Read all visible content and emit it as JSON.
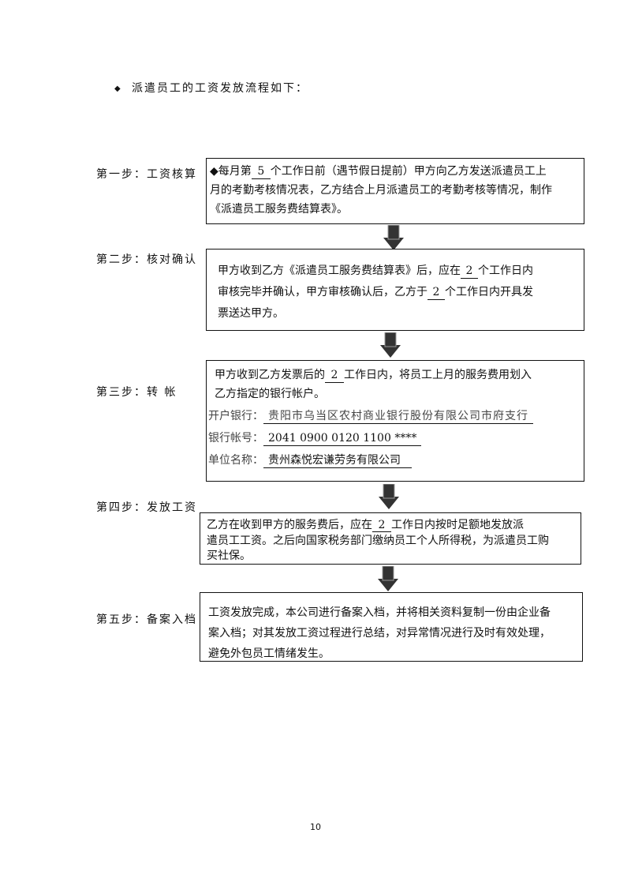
{
  "heading": {
    "bullet": "◆",
    "text": "派遣员工的工资发放流程如下："
  },
  "steps": [
    {
      "label": "第一步：工资核算",
      "lines": [
        {
          "a": "◆每月第",
          "u": "5",
          "b": "个工作日前（遇节假日提前）甲方向乙方发送派遣员工上"
        },
        {
          "text": "月的考勤考核情况表，乙方结合上月派遣员工的考勤考核等情况，制作"
        },
        {
          "text": "《派遣员工服务费结算表》。"
        }
      ]
    },
    {
      "label": "第二步：核对确认",
      "lines": [
        {
          "a": "甲方收到乙方《派遣员工服务费结算表》后，应在",
          "u": "2",
          "b": "个工作日内"
        },
        {
          "a": "审核完毕并确认，甲方审核确认后，乙方于",
          "u": "2",
          "b": "个工作日内开具发"
        },
        {
          "text": "票送达甲方。"
        }
      ]
    },
    {
      "label": "第三步：转 帐",
      "lines": [
        {
          "a": "甲方收到乙方发票后的",
          "u": "2",
          "b": "工作日内，将员工上月的服务费用划入"
        },
        {
          "text": "乙方指定的银行帐户。"
        }
      ],
      "bank": {
        "bank_label": "开户银行：",
        "bank_value": "贵阳市乌当区农村商业银行股份有限公司市府支行",
        "account_label": "银行帐号：",
        "account_value": "2041 0900 0120 1100 ****",
        "company_label": "单位名称：",
        "company_value": "贵州森悦宏谦劳务有限公司"
      }
    },
    {
      "label": "第四步：发放工资",
      "lines": [
        {
          "a": "乙方在收到甲方的服务费后，应在",
          "u": "2",
          "b": "工作日内按时足额地发放派"
        },
        {
          "text": "遣员工工资。之后向国家税务部门缴纳员工个人所得税，为派遣员工购"
        },
        {
          "text": "买社保。"
        }
      ]
    },
    {
      "label": "第五步：备案入档",
      "lines": [
        {
          "text": "工资发放完成，本公司进行备案入档，并将相关资料复制一份由企业备"
        },
        {
          "text": "案入档；对其发放工资过程进行总结，对异常情况进行及时有效处理，"
        },
        {
          "text": "避免外包员工情绪发生。"
        }
      ]
    }
  ],
  "page_number": "10"
}
